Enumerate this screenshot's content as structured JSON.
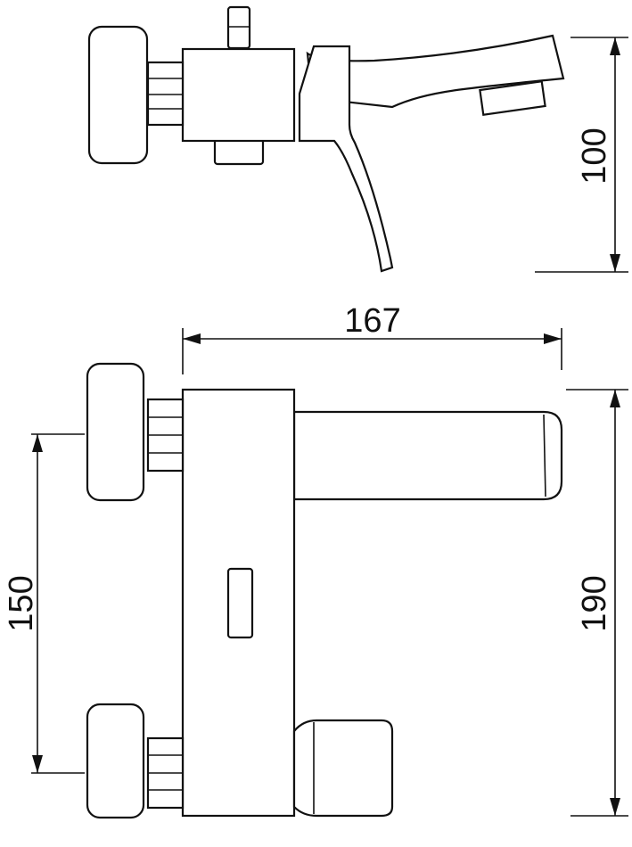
{
  "dimensions": {
    "height_side_view": "100",
    "width_front_view": "167",
    "inlet_spacing": "150",
    "height_front_view": "190"
  },
  "colors": {
    "line": "#111111",
    "background": "#ffffff"
  }
}
